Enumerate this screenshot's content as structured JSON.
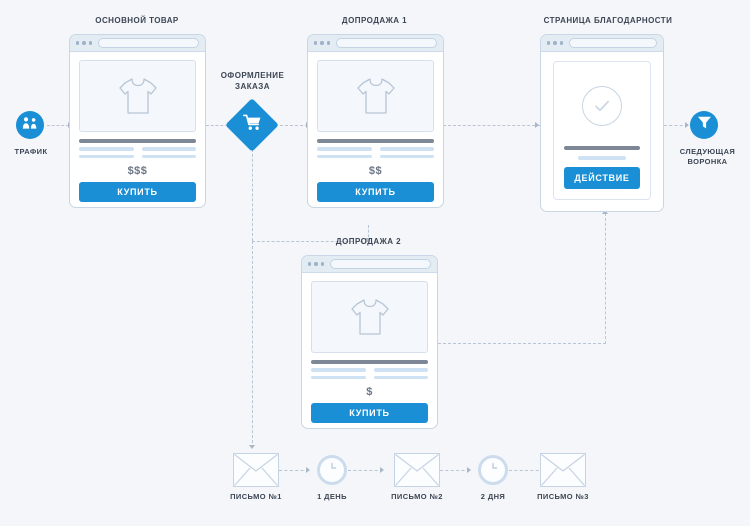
{
  "diagram": {
    "title_traffic": "ТРАФИК",
    "title_next_funnel": "СЛЕДУЮЩАЯ\nВОРОНКА"
  },
  "traffic": {
    "label_line1": "ТРАФИК",
    "icon": "group-people-icon",
    "color": "#1b8fd6"
  },
  "checkout": {
    "caption_line1": "ОФОРМЛЕНИЕ",
    "caption_line2": "ЗАКАЗА",
    "icon": "shopping-cart-icon",
    "color": "#1b8fd6"
  },
  "next_funnel": {
    "label_line1": "СЛЕДУЮЩАЯ",
    "label_line2": "ВОРОНКА",
    "icon": "funnel-icon",
    "color": "#1b8fd6"
  },
  "cards": [
    {
      "id": "main-product",
      "caption": "ОСНОВНОЙ ТОВАР",
      "image_icon": "tshirt-icon",
      "price": "$$$",
      "button": "КУПИТЬ"
    },
    {
      "id": "upsell-1",
      "caption": "ДОПРОДАЖА 1",
      "image_icon": "tshirt-icon",
      "price": "$$",
      "button": "КУПИТЬ"
    },
    {
      "id": "upsell-2",
      "caption": "ДОПРОДАЖА 2",
      "image_icon": "tshirt-icon",
      "price": "$",
      "button": "КУПИТЬ"
    }
  ],
  "thankyou": {
    "caption": "СТРАНИЦА БЛАГОДАРНОСТИ",
    "image_icon": "check-circle-icon",
    "button": "ДЕЙСТВИЕ"
  },
  "email_sequence": [
    {
      "type": "envelope",
      "icon": "envelope-icon",
      "label": "ПИСЬМО №1"
    },
    {
      "type": "delay",
      "icon": "clock-icon",
      "label": "1 ДЕНЬ"
    },
    {
      "type": "envelope",
      "icon": "envelope-icon",
      "label": "ПИСЬМО №2"
    },
    {
      "type": "delay",
      "icon": "clock-icon",
      "label": "2 ДНЯ"
    },
    {
      "type": "envelope",
      "icon": "envelope-icon",
      "label": "ПИСЬМО №3"
    }
  ],
  "colors": {
    "accent": "#1b8fd6",
    "background": "#f4f6fa",
    "text": "#3d4654",
    "muted_line": "#7d8796",
    "light_line": "#cfe2f3",
    "connector": "#b9c5d4"
  }
}
